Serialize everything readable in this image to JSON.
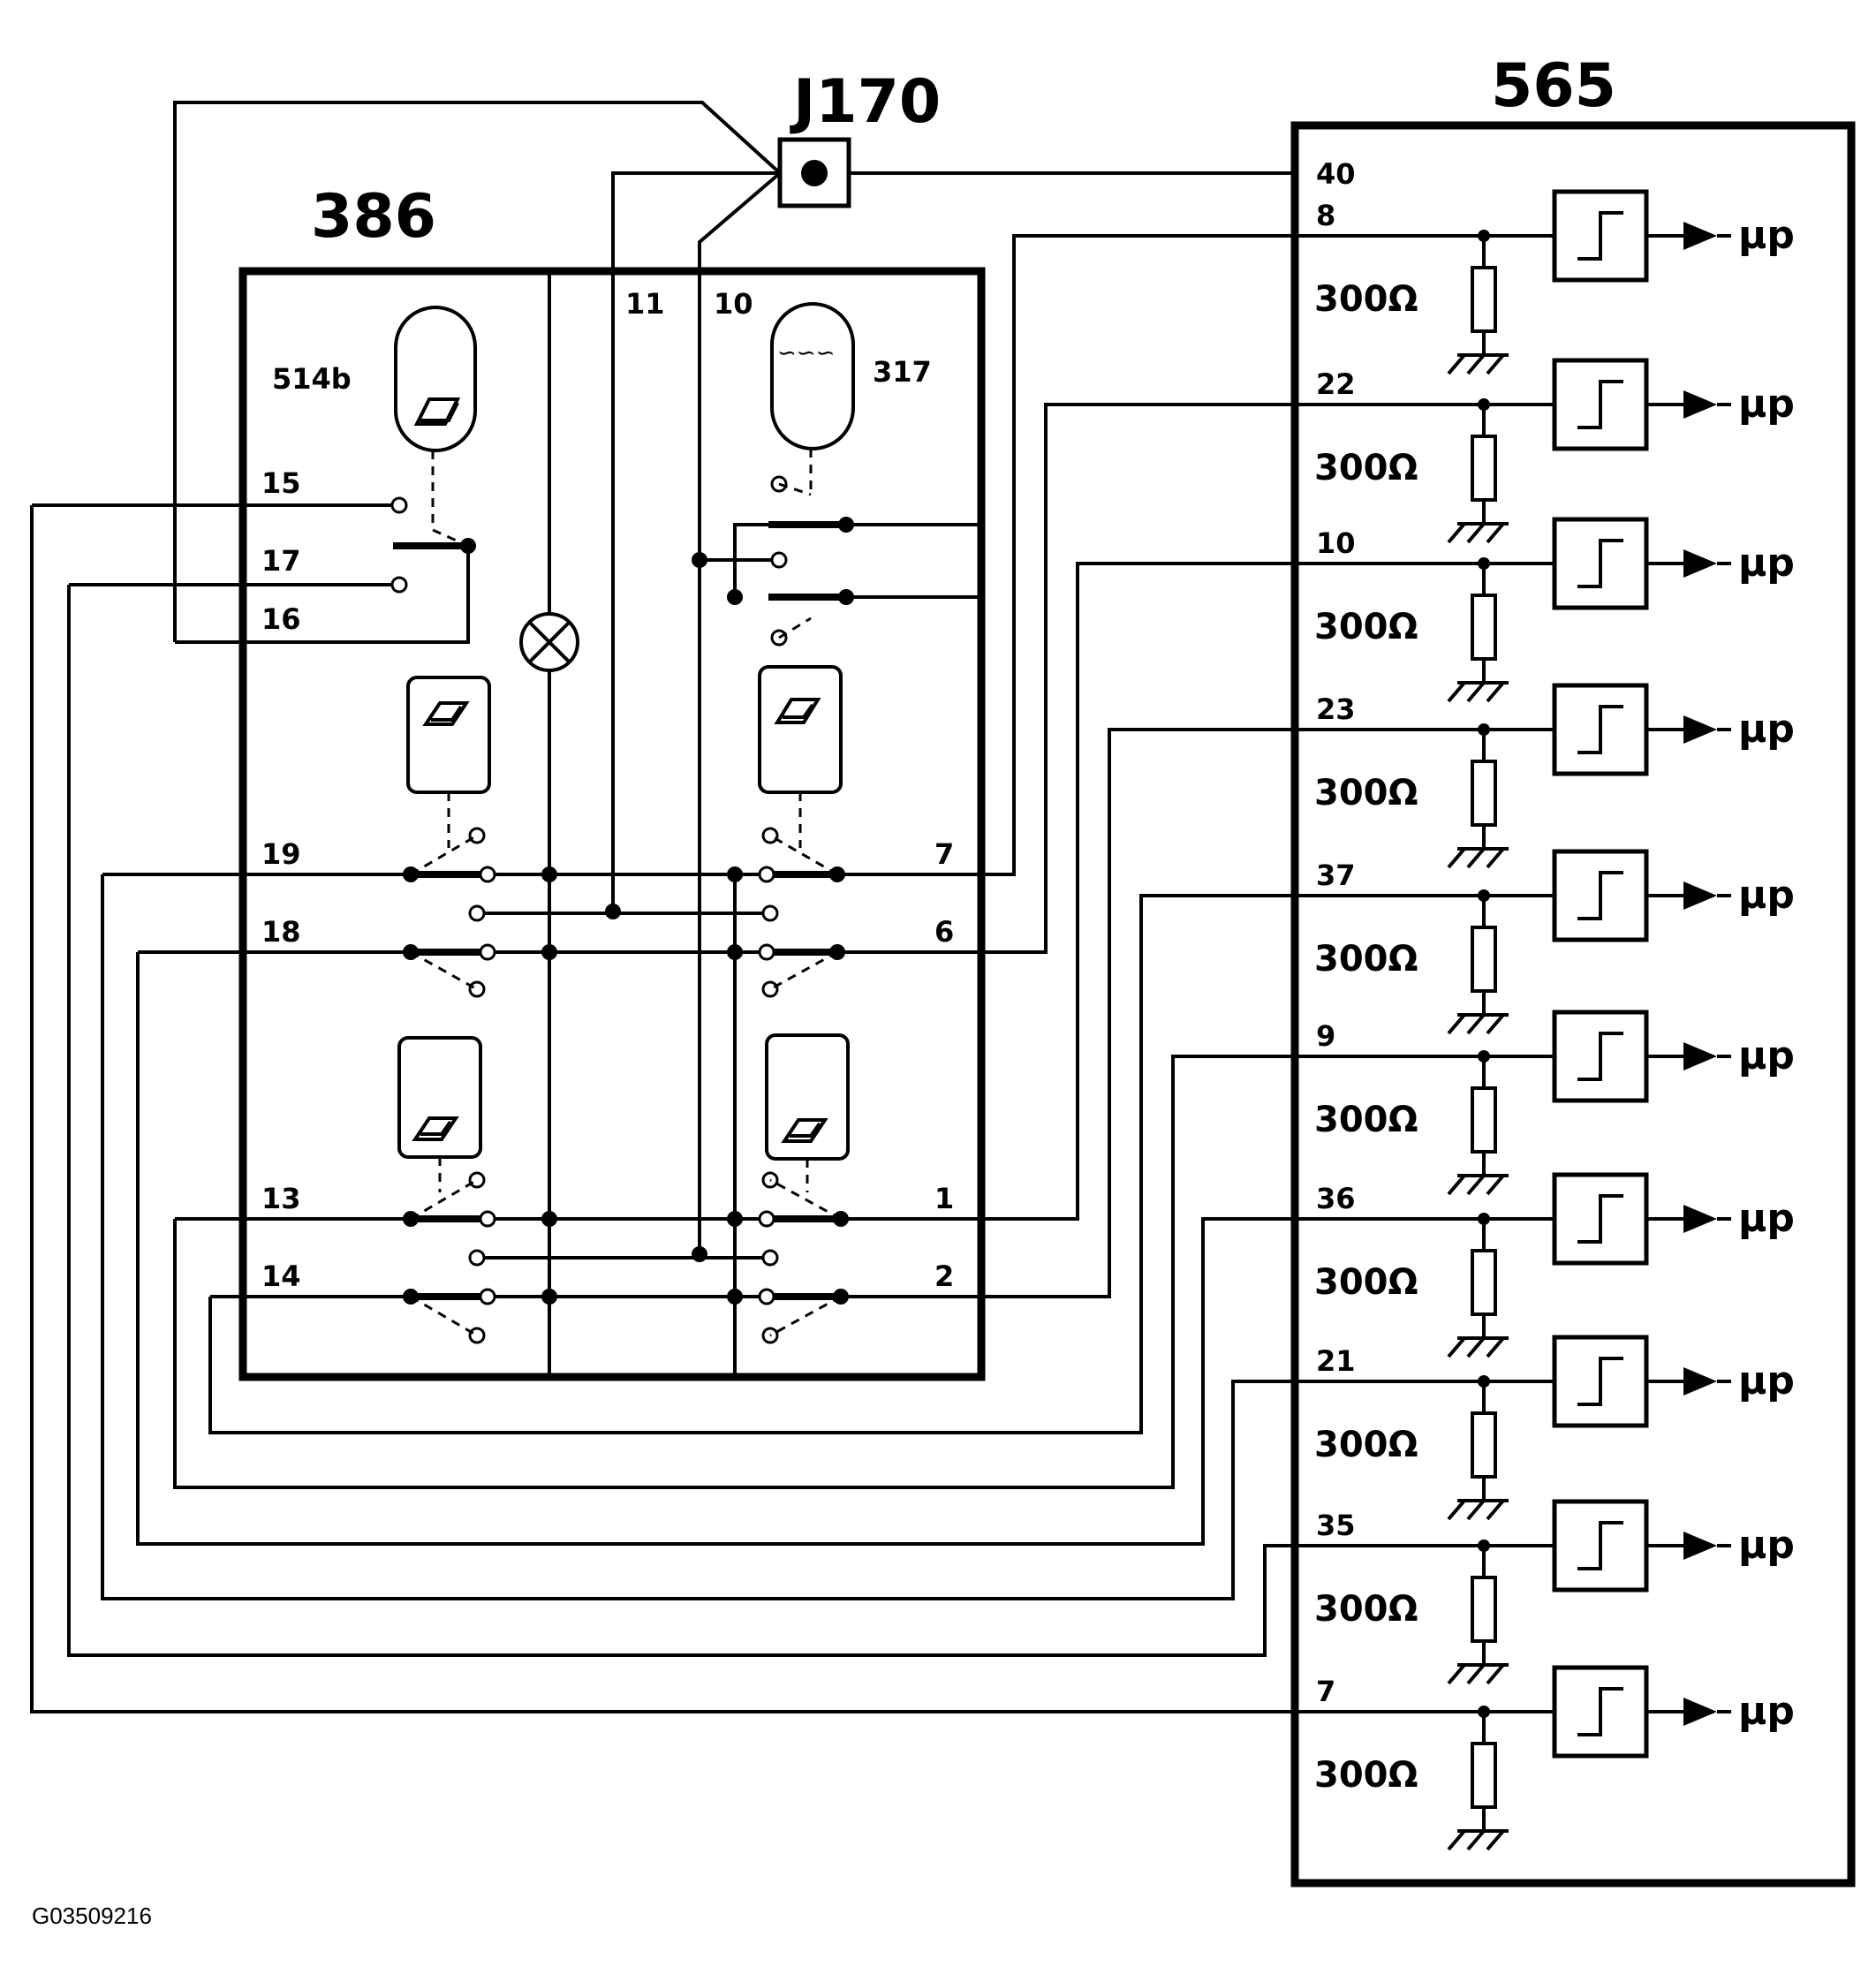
{
  "figure_code": "G03509216",
  "components": {
    "switch_panel": "386",
    "module": "565",
    "connector": "J170",
    "mirror_switch": "514b",
    "lamp_switch": "317"
  },
  "panel_pins": [
    "11",
    "10",
    "15",
    "17",
    "16",
    "19",
    "18",
    "7",
    "6",
    "13",
    "14",
    "1",
    "2"
  ],
  "module_inputs": [
    {
      "pin": "8",
      "resistor": "300Ω",
      "output": "μp"
    },
    {
      "pin": "22",
      "resistor": "300Ω",
      "output": "μp"
    },
    {
      "pin": "10",
      "resistor": "300Ω",
      "output": "μp"
    },
    {
      "pin": "23",
      "resistor": "300Ω",
      "output": "μp"
    },
    {
      "pin": "37",
      "resistor": "300Ω",
      "output": "μp"
    },
    {
      "pin": "9",
      "resistor": "300Ω",
      "output": "μp"
    },
    {
      "pin": "36",
      "resistor": "300Ω",
      "output": "μp"
    },
    {
      "pin": "21",
      "resistor": "300Ω",
      "output": "μp"
    },
    {
      "pin": "35",
      "resistor": "300Ω",
      "output": "μp"
    },
    {
      "pin": "7",
      "resistor": "300Ω",
      "output": "μp"
    }
  ],
  "module_supply_pin": "40"
}
